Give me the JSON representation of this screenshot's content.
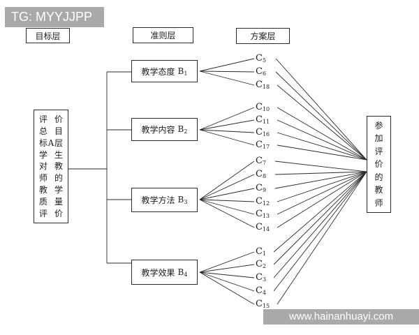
{
  "header": {
    "tag": "TG: MYYJJPP"
  },
  "watermark": {
    "url": "www.hainanhuayi.com"
  },
  "layers": [
    {
      "label": "目标层"
    },
    {
      "label": "准则层"
    },
    {
      "label": "方案层"
    }
  ],
  "goal_box": {
    "rows": [
      [
        "评",
        "价"
      ],
      [
        "总",
        "目"
      ],
      [
        "标",
        "A",
        "层"
      ],
      [
        "学",
        "生"
      ],
      [
        "对",
        "教"
      ],
      [
        "师",
        "的"
      ],
      [
        "教",
        "学"
      ],
      [
        "质",
        "量"
      ],
      [
        "评",
        "价"
      ]
    ]
  },
  "criteria": [
    {
      "label": "教学态度",
      "base": "B",
      "sub": "1"
    },
    {
      "label": "教学内容",
      "base": "B",
      "sub": "2"
    },
    {
      "label": "教学方法",
      "base": "B",
      "sub": "3"
    },
    {
      "label": "教学效果",
      "base": "B",
      "sub": "4"
    }
  ],
  "alternatives": [
    {
      "base": "C",
      "sub": "5"
    },
    {
      "base": "C",
      "sub": "6"
    },
    {
      "base": "C",
      "sub": "18"
    },
    {
      "base": "C",
      "sub": "10"
    },
    {
      "base": "C",
      "sub": "11"
    },
    {
      "base": "C",
      "sub": "16"
    },
    {
      "base": "C",
      "sub": "17"
    },
    {
      "base": "C",
      "sub": "7"
    },
    {
      "base": "C",
      "sub": "8"
    },
    {
      "base": "C",
      "sub": "9"
    },
    {
      "base": "C",
      "sub": "12"
    },
    {
      "base": "C",
      "sub": "13"
    },
    {
      "base": "C",
      "sub": "14"
    },
    {
      "base": "C",
      "sub": "1"
    },
    {
      "base": "C",
      "sub": "2"
    },
    {
      "base": "C",
      "sub": "3"
    },
    {
      "base": "C",
      "sub": "4"
    },
    {
      "base": "C",
      "sub": "15"
    }
  ],
  "result_box": {
    "text": "参加评价的教师"
  },
  "colors": {
    "bar_gray": "#a9a9a9",
    "line": "#2a2a2a",
    "border": "#2b2b2b"
  }
}
